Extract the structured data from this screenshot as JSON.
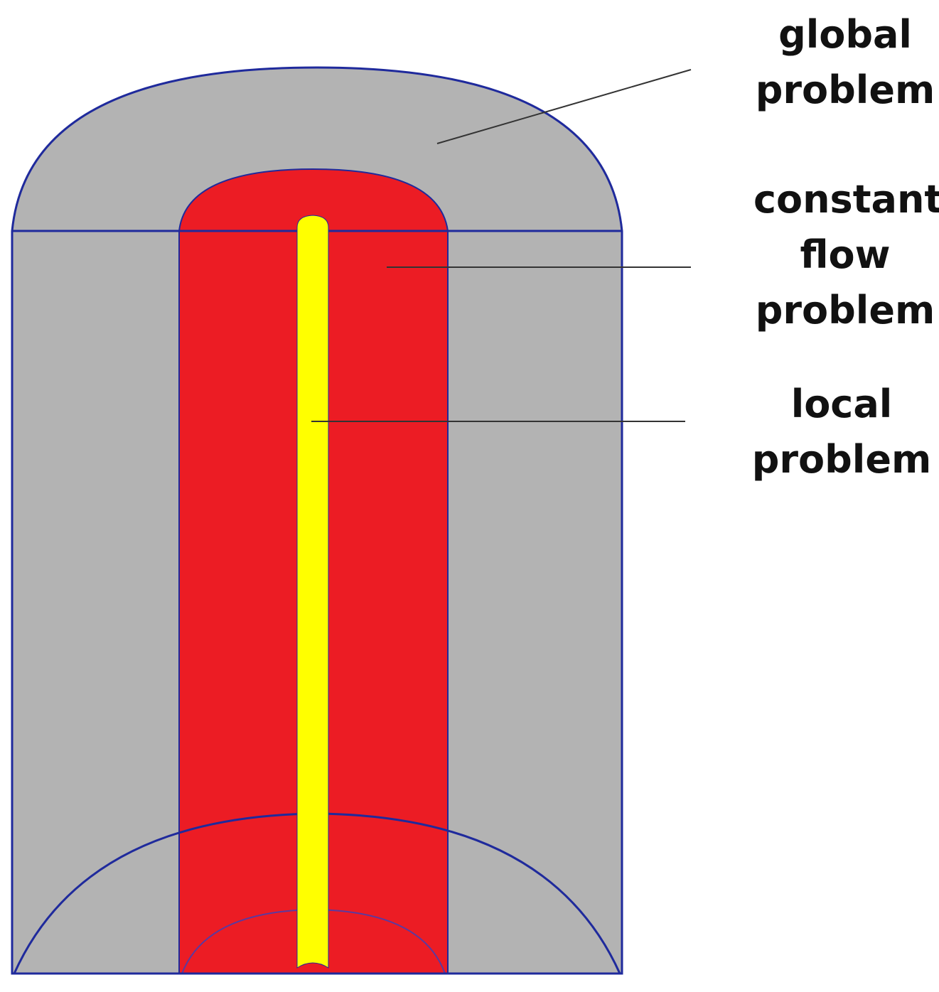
{
  "colors": {
    "global_fill": "#b3b3b3",
    "constant_flow_fill": "#ec1c24",
    "local_fill": "#ffff00",
    "outline": "#1f2a9c",
    "leader_line": "#333333",
    "label_text": "#111111"
  },
  "labels": {
    "global": {
      "line1": "global",
      "line2": "problem"
    },
    "constant_flow": {
      "line1": "constant",
      "line2": "flow",
      "line3": "problem"
    },
    "local": {
      "line1": "local",
      "line2": "problem"
    }
  }
}
